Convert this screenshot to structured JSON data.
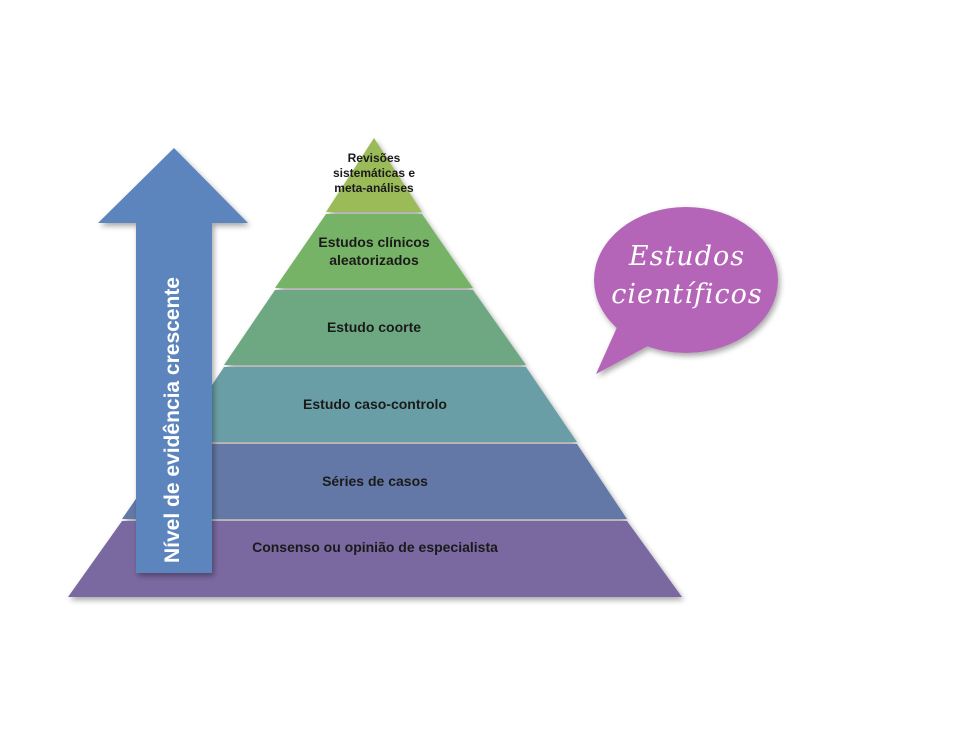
{
  "pyramid": {
    "tiers": [
      {
        "label": "Revisões\nsistemáticas  e\nmeta-análises",
        "color": "#9bbb59"
      },
      {
        "label": "Estudos clínicos\naleatorizados",
        "color": "#77b366"
      },
      {
        "label": "Estudo coorte",
        "color": "#6ea882"
      },
      {
        "label": "Estudo caso-controlo",
        "color": "#6b9ea6"
      },
      {
        "label": "Séries de casos",
        "color": "#6478a6"
      },
      {
        "label": "Consenso ou opinião de especialista",
        "color": "#7a68a0"
      }
    ]
  },
  "arrow": {
    "label": "Nível de evidência crescente",
    "color": "#5b85bd"
  },
  "bubble": {
    "label": "Estudos\ncientíficos",
    "color": "#b565b8"
  }
}
